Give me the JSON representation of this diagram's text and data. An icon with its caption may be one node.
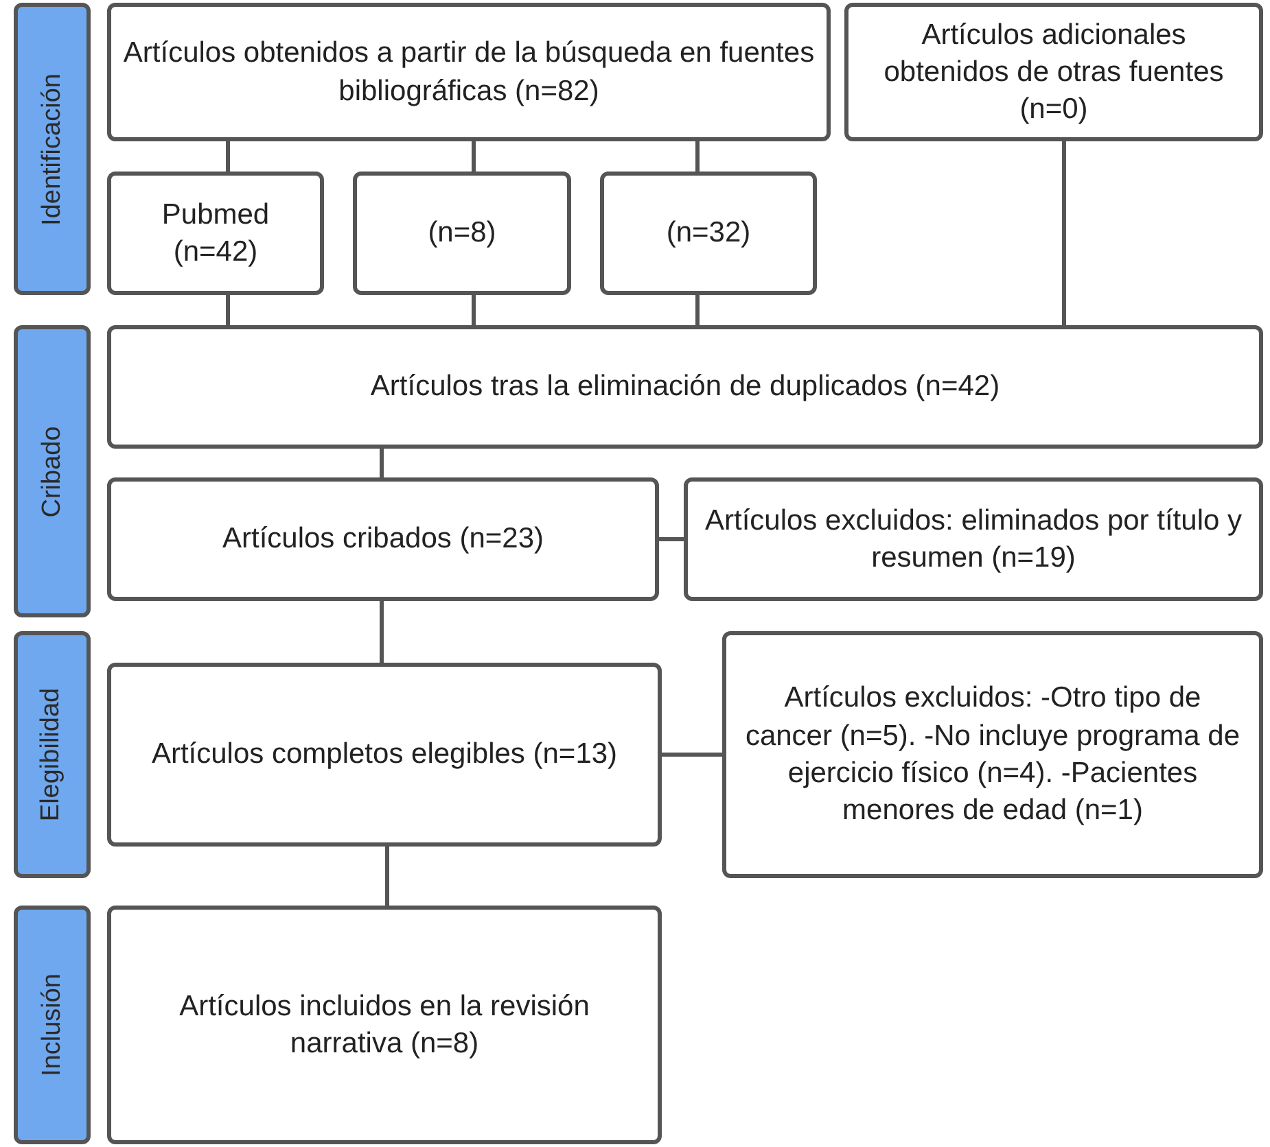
{
  "diagram": {
    "nodes": [
      {
        "text": [
          "Identificación"
        ]
      },
      {
        "text": [
          "Artículos obtenidos a partir de la búsqueda en fuentes bibliográficas (n=82)"
        ]
      },
      {
        "text": [
          "Artículos adicionales obtenidos de otras fuentes (n=0)"
        ]
      },
      {
        "text": [
          "Pubmed (n=42)"
        ]
      },
      {
        "text": [
          "(n=8)"
        ]
      },
      {
        "text": [
          "(n=32)"
        ]
      },
      {
        "text": [
          "Cribado"
        ]
      },
      {
        "text": [
          "Artículos tras la eliminación de duplicados (n=42)"
        ]
      },
      {
        "text": [
          "Artículos cribados (n=23)"
        ]
      },
      {
        "text": [
          "Artículos excluidos: eliminados por título y resumen (n=19)"
        ]
      },
      {
        "text": [
          "Elegibilidad"
        ]
      },
      {
        "text": [
          "Artículos completos elegibles (n=13)"
        ]
      },
      {
        "text": [
          "Artículos excluidos: -Otro tipo de cancer (n=5). -No incluye programa de ejercicio físico (n=4). -Pacientes menores de edad (n=1)"
        ]
      },
      {
        "text": [
          "Inclusión"
        ]
      },
      {
        "text": [
          "Artículos incluidos en la revisión narrativa (n=8)"
        ]
      }
    ],
    "edges": [
      {
        "from": 1,
        "to": 3,
        "arrow": "none"
      },
      {
        "from": 1,
        "to": 4,
        "arrow": "none"
      },
      {
        "from": 1,
        "to": 5,
        "arrow": "none"
      },
      {
        "from": 3,
        "to": 7,
        "arrow": "none"
      },
      {
        "from": 4,
        "to": 7,
        "arrow": "none"
      },
      {
        "from": 5,
        "to": 7,
        "arrow": "none"
      },
      {
        "from": 2,
        "to": 7,
        "arrow": "none"
      },
      {
        "from": 7,
        "to": 8,
        "arrow": "none"
      },
      {
        "from": 8,
        "to": 9,
        "arrow": "none"
      },
      {
        "from": 8,
        "to": 11,
        "arrow": "none"
      },
      {
        "from": 11,
        "to": 12,
        "arrow": "none"
      },
      {
        "from": 11,
        "to": 14,
        "arrow": "none"
      }
    ]
  }
}
